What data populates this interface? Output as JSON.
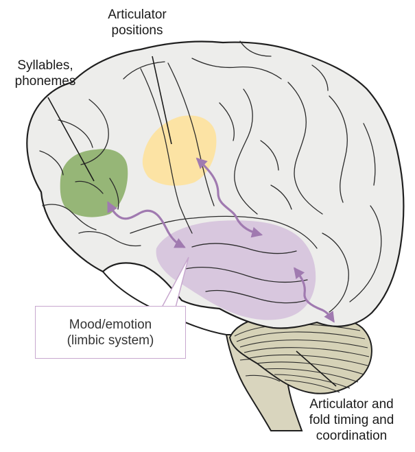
{
  "labels": {
    "articulator_positions": [
      "Articulator",
      "positions"
    ],
    "syllables_phonemes": [
      "Syllables,",
      "phonemes"
    ],
    "mood_emotion": [
      "Mood/emotion",
      "(limbic system)"
    ],
    "articulator_timing": [
      "Articulator and",
      "fold timing and",
      "coordination"
    ]
  },
  "colors": {
    "brain_fill": "#ededeb",
    "brain_outline": "#1f1f1f",
    "sulcus": "#2a2a2a",
    "syllables_region": "#8caf6a",
    "articulator_region": "#fde3a0",
    "limbic_region": "#d6c3dc",
    "arrow": "#a07ab0",
    "cerebellum_fill": "#d6d2b7",
    "brainstem_fill": "#d9d5be",
    "mood_box_border": "#c7a7ce"
  }
}
